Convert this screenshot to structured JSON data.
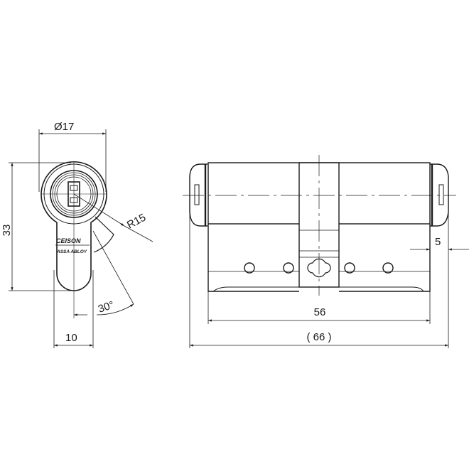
{
  "drawing": {
    "title": "Double cylinder lock technical drawing",
    "stroke_color": "#1a1a1a",
    "background": "#ffffff",
    "front_view": {
      "diameter_label": "Ø17",
      "height_label": "33",
      "radius_label": "R15",
      "angle_label": "30°",
      "width_label": "10",
      "logo_top": "CEISON",
      "logo_bottom": "ASSA ABLOY"
    },
    "side_view": {
      "offset_label": "5",
      "body_length_label": "56",
      "total_length_label": "( 66 )"
    }
  }
}
